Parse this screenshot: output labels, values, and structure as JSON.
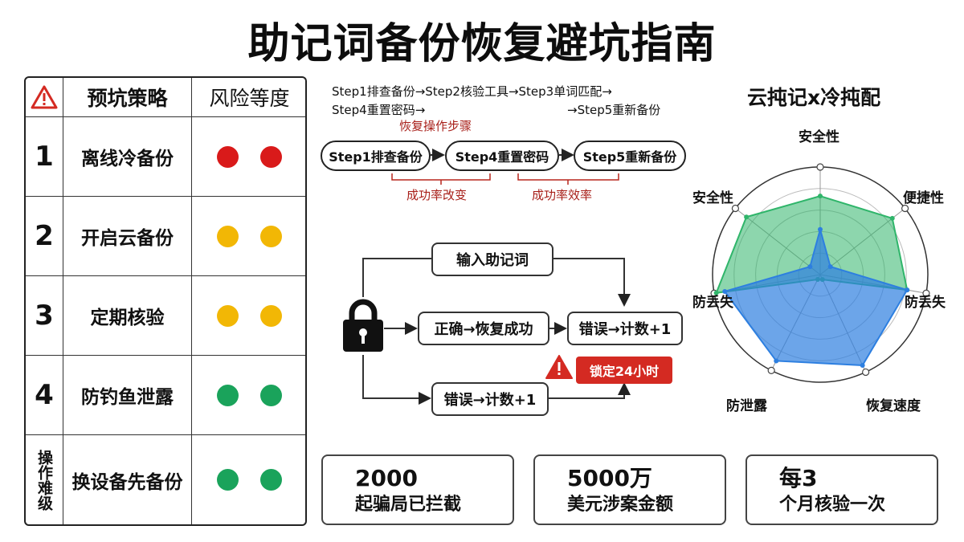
{
  "title": "助记词备份恢复避坑指南",
  "table": {
    "header": {
      "col1": "预坑策略",
      "col2": "风险等度",
      "icon": "warning-icon"
    },
    "rows": [
      {
        "num": "1",
        "label": "离线冷备份",
        "dots": [
          "#d91a1a",
          "#d91a1a"
        ]
      },
      {
        "num": "2",
        "label": "开启云备份",
        "dots": [
          "#f2b705",
          "#f2b705"
        ]
      },
      {
        "num": "3",
        "label": "定期核验",
        "dots": [
          "#f2b705",
          "#f2b705"
        ]
      },
      {
        "num": "4",
        "label": "防钓鱼泄露",
        "dots": [
          "#1aa35b",
          "#1aa35b"
        ]
      },
      {
        "num": "操作难级",
        "label": "换设备先备份",
        "dots": [
          "#1aa35b",
          "#1aa35b"
        ]
      }
    ]
  },
  "steps": {
    "line1": "Step1排查备份→Step2核验工具→Step3单词匹配→",
    "line2a": "Step4重置密码→",
    "line2b": "→Step5重新备份",
    "caption": "恢复操作步骤",
    "pills": [
      "Step1排查备份",
      "Step4重置密码",
      "Step5重新备份"
    ],
    "brace_labels": [
      "成功率改变",
      "成功率效率"
    ]
  },
  "flow": {
    "input": "输入助记词",
    "correct": "正确→恢复成功",
    "wrong1": "错误→计数+1",
    "wrong2": "错误→计数+1",
    "lock": "锁定24小时",
    "lock_icon": "padlock-icon",
    "warn_icon": "warning-icon"
  },
  "radar": {
    "title": "云扽记x冷扽配",
    "axes": [
      "安全性",
      "便捷性",
      "防丢失",
      "恢复速度",
      "防泄露",
      "防丢失",
      "安全性"
    ],
    "colors": {
      "green": "#2fb56a",
      "blue": "#2d7fe0"
    },
    "green_series": [
      0.73,
      0.85,
      0.82,
      0.05,
      0.05,
      0.98,
      0.87
    ],
    "blue_series": [
      0.42,
      0.12,
      0.82,
      0.93,
      0.9,
      0.9,
      0.12
    ]
  },
  "stats": [
    {
      "big": "2000",
      "small": "起骗局已拦截"
    },
    {
      "big": "5000万",
      "small": "美元涉案金额"
    },
    {
      "big": "每3",
      "small": "个月核验一次"
    }
  ]
}
